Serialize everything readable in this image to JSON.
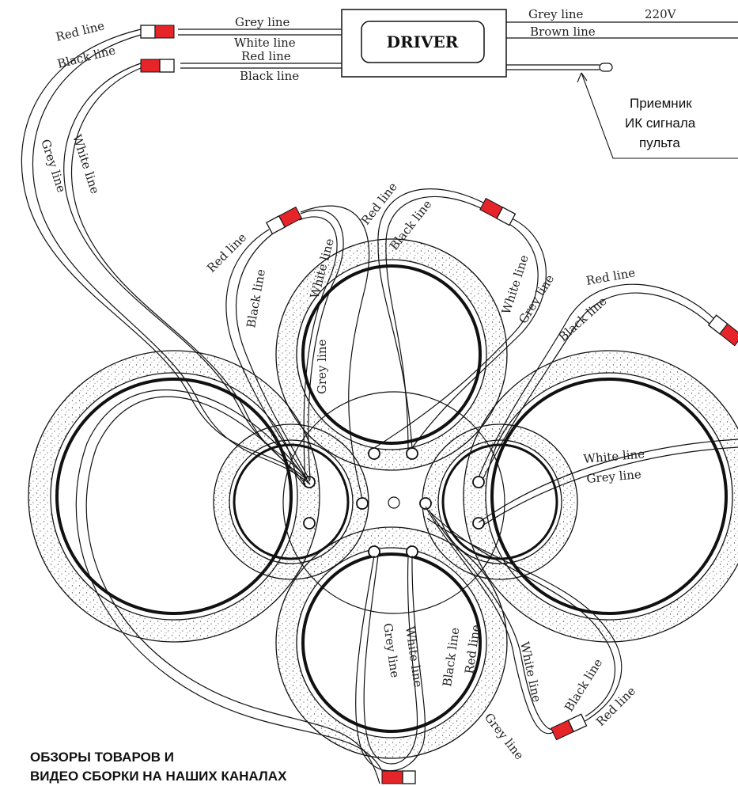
{
  "driver": {
    "label": "DRIVER"
  },
  "mains": {
    "grey": "Grey line",
    "brown": "Brown line",
    "voltage": "220V"
  },
  "driver_outputs": {
    "upper": {
      "left_red": "Red line",
      "left_black": "Black line",
      "grey": "Grey line",
      "white": "White line"
    },
    "lower": {
      "red": "Red line",
      "black": "Black line"
    }
  },
  "ir_receiver": {
    "line1": "Приемник",
    "line2": "ИК сигнала",
    "line3": "пульта"
  },
  "long_leads": {
    "grey": "Grey line",
    "white": "White line"
  },
  "top_left_connector": {
    "red": "Red line",
    "black": "Black line",
    "white": "White line",
    "grey": "Grey line"
  },
  "top_connector": {
    "red": "Red line",
    "black": "Black line",
    "white": "White line",
    "grey": "Grey line"
  },
  "right_connector": {
    "red": "Red line",
    "black": "Black line",
    "white": "White line",
    "grey": "Grey line"
  },
  "bottom_leads": {
    "grey": "Grey line",
    "white": "White line",
    "black": "Black line",
    "red": "Red line"
  },
  "bottom_right_connector": {
    "white": "White line",
    "black": "Black line",
    "red": "Red line",
    "grey": "Grey line"
  },
  "footer": {
    "line1": "ОБЗОРЫ ТОВАРОВ И",
    "line2": "ВИДЕО СБОРКИ НА НАШИХ КАНАЛАХ"
  },
  "colors": {
    "ink": "#111111",
    "connector_red": "#e5252a",
    "speckle": "#555555"
  }
}
